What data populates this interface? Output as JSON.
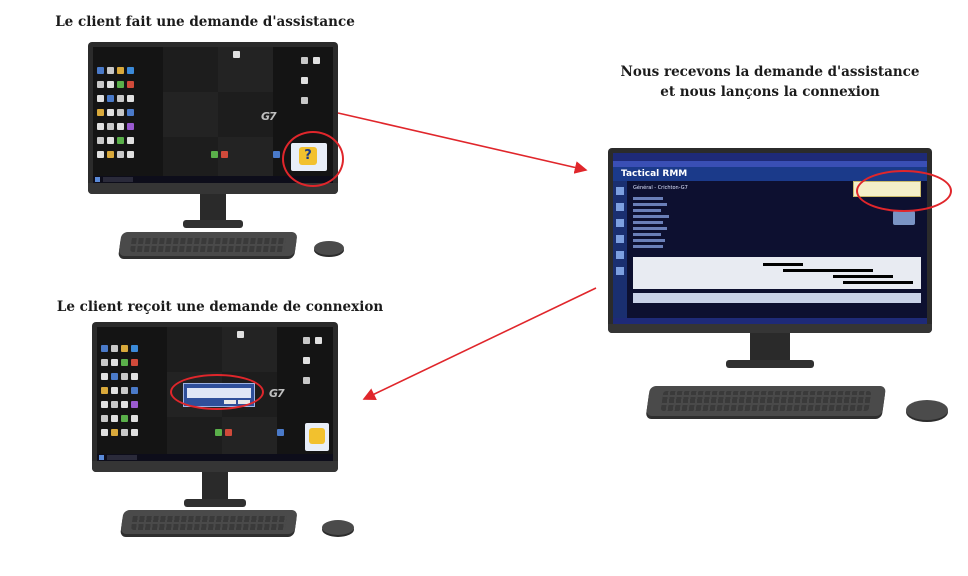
{
  "captions": {
    "top_left": "Le client fait une demande d'assistance",
    "right_line1": "Nous recevons la demande d'assistance",
    "right_line2": "et nous lançons la connexion",
    "bottom_left": "Le client reçoit une demande de connexion"
  },
  "rmm_app": {
    "brand": "Tactical RMM",
    "machine_title": "Général - Crichton-G7"
  },
  "colors": {
    "arrow": "#e0262b",
    "highlight": "#e0262b",
    "bezel": "#2b2b2b",
    "screen": "#141414",
    "rmm_header": "#1b3a8a"
  }
}
